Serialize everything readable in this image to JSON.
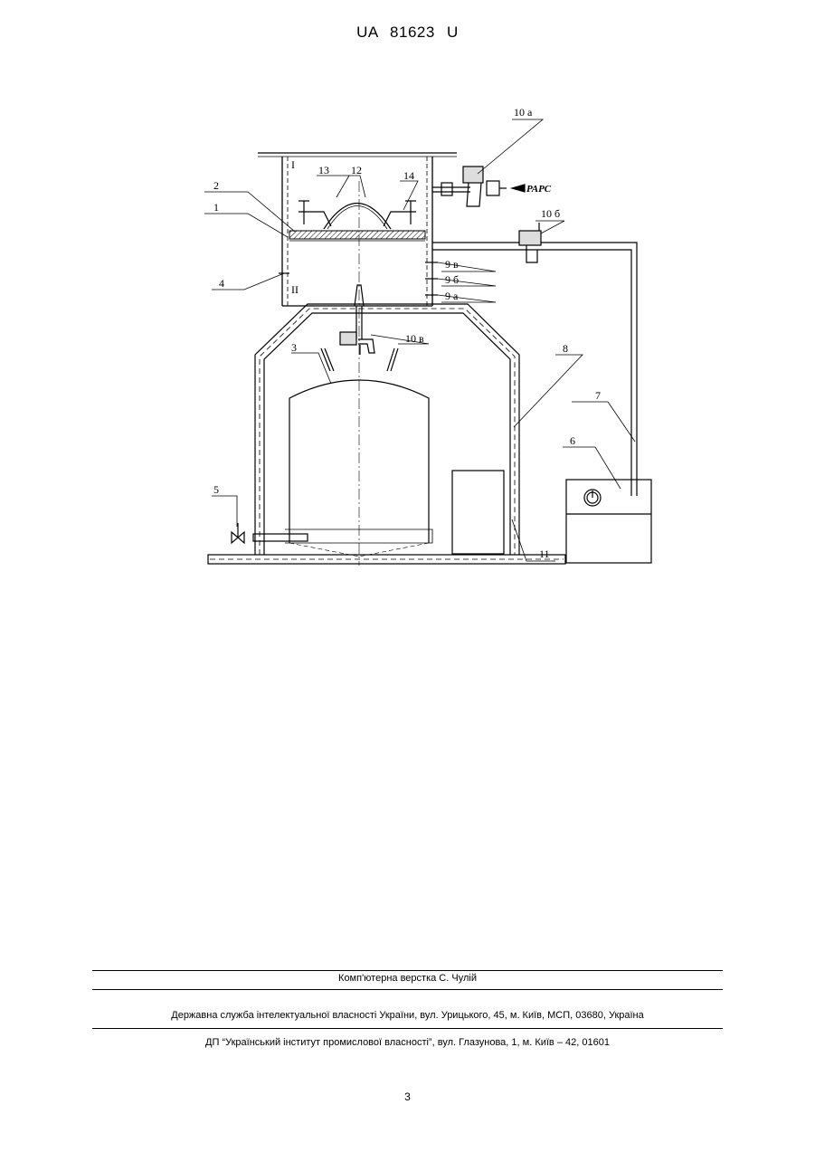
{
  "header": {
    "title": "UA 81623 U"
  },
  "figure": {
    "labels": {
      "l1": "1",
      "l2": "2",
      "l3": "3",
      "l4": "4",
      "l5": "5",
      "l6": "6",
      "l7": "7",
      "l8": "8",
      "l9a": "9 а",
      "l9b": "9 б",
      "l9v": "9 в",
      "l10a": "10 а",
      "l10b": "10 б",
      "l10v": "10 в",
      "l11": "11",
      "l12": "12",
      "l13": "13",
      "l14": "14",
      "zone1": "I",
      "zone2": "II",
      "rars": "РАРС"
    }
  },
  "footer": {
    "layout": "Комп'ютерна верстка С. Чулій",
    "office": "Державна служба інтелектуальної власності України, вул. Урицького, 45, м. Київ, МСП, 03680, Україна",
    "institute": "ДП “Український інститут промислової власності”, вул. Глазунова, 1, м. Київ – 42, 01601"
  },
  "page_number": "3"
}
